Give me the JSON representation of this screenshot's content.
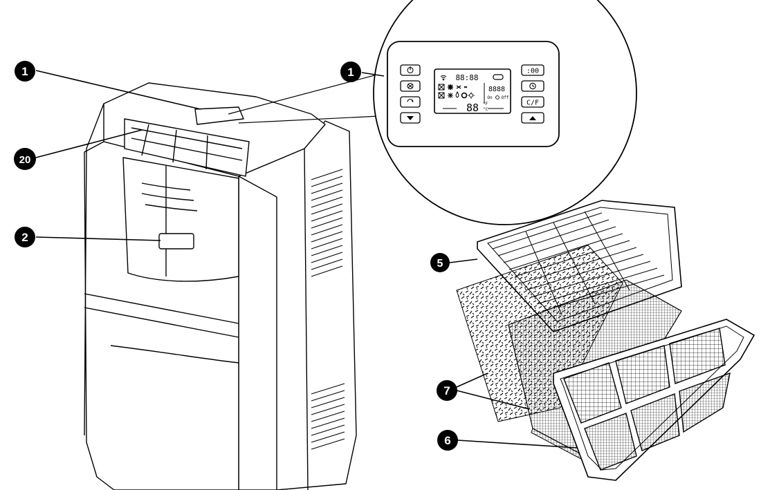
{
  "callouts": [
    {
      "id": "c1a",
      "label": "1"
    },
    {
      "id": "c1b",
      "label": "1"
    },
    {
      "id": "c20",
      "label": "20"
    },
    {
      "id": "c2",
      "label": "2"
    },
    {
      "id": "c5",
      "label": "5"
    },
    {
      "id": "c7",
      "label": "7"
    },
    {
      "id": "c6",
      "label": "6"
    }
  ],
  "panel": {
    "display": {
      "time": "88:88",
      "timer": "8888",
      "temp": "88",
      "unit_f": "°F",
      "unit_c": "°C",
      "on_label": "On",
      "off_label": "Off"
    },
    "left_buttons": [
      {
        "icon": "power-icon"
      },
      {
        "icon": "fan-icon"
      },
      {
        "icon": "mode-icon"
      },
      {
        "icon": "down-arrow-icon"
      }
    ],
    "right_buttons": [
      {
        "label": ":00",
        "icon": "hour-icon"
      },
      {
        "label": "",
        "icon": "clock-icon"
      },
      {
        "label": "C/F",
        "icon": "unit-toggle-icon"
      },
      {
        "label": "",
        "icon": "up-arrow-icon"
      }
    ]
  },
  "colors": {
    "ink": "#000000",
    "paper": "#ffffff"
  }
}
